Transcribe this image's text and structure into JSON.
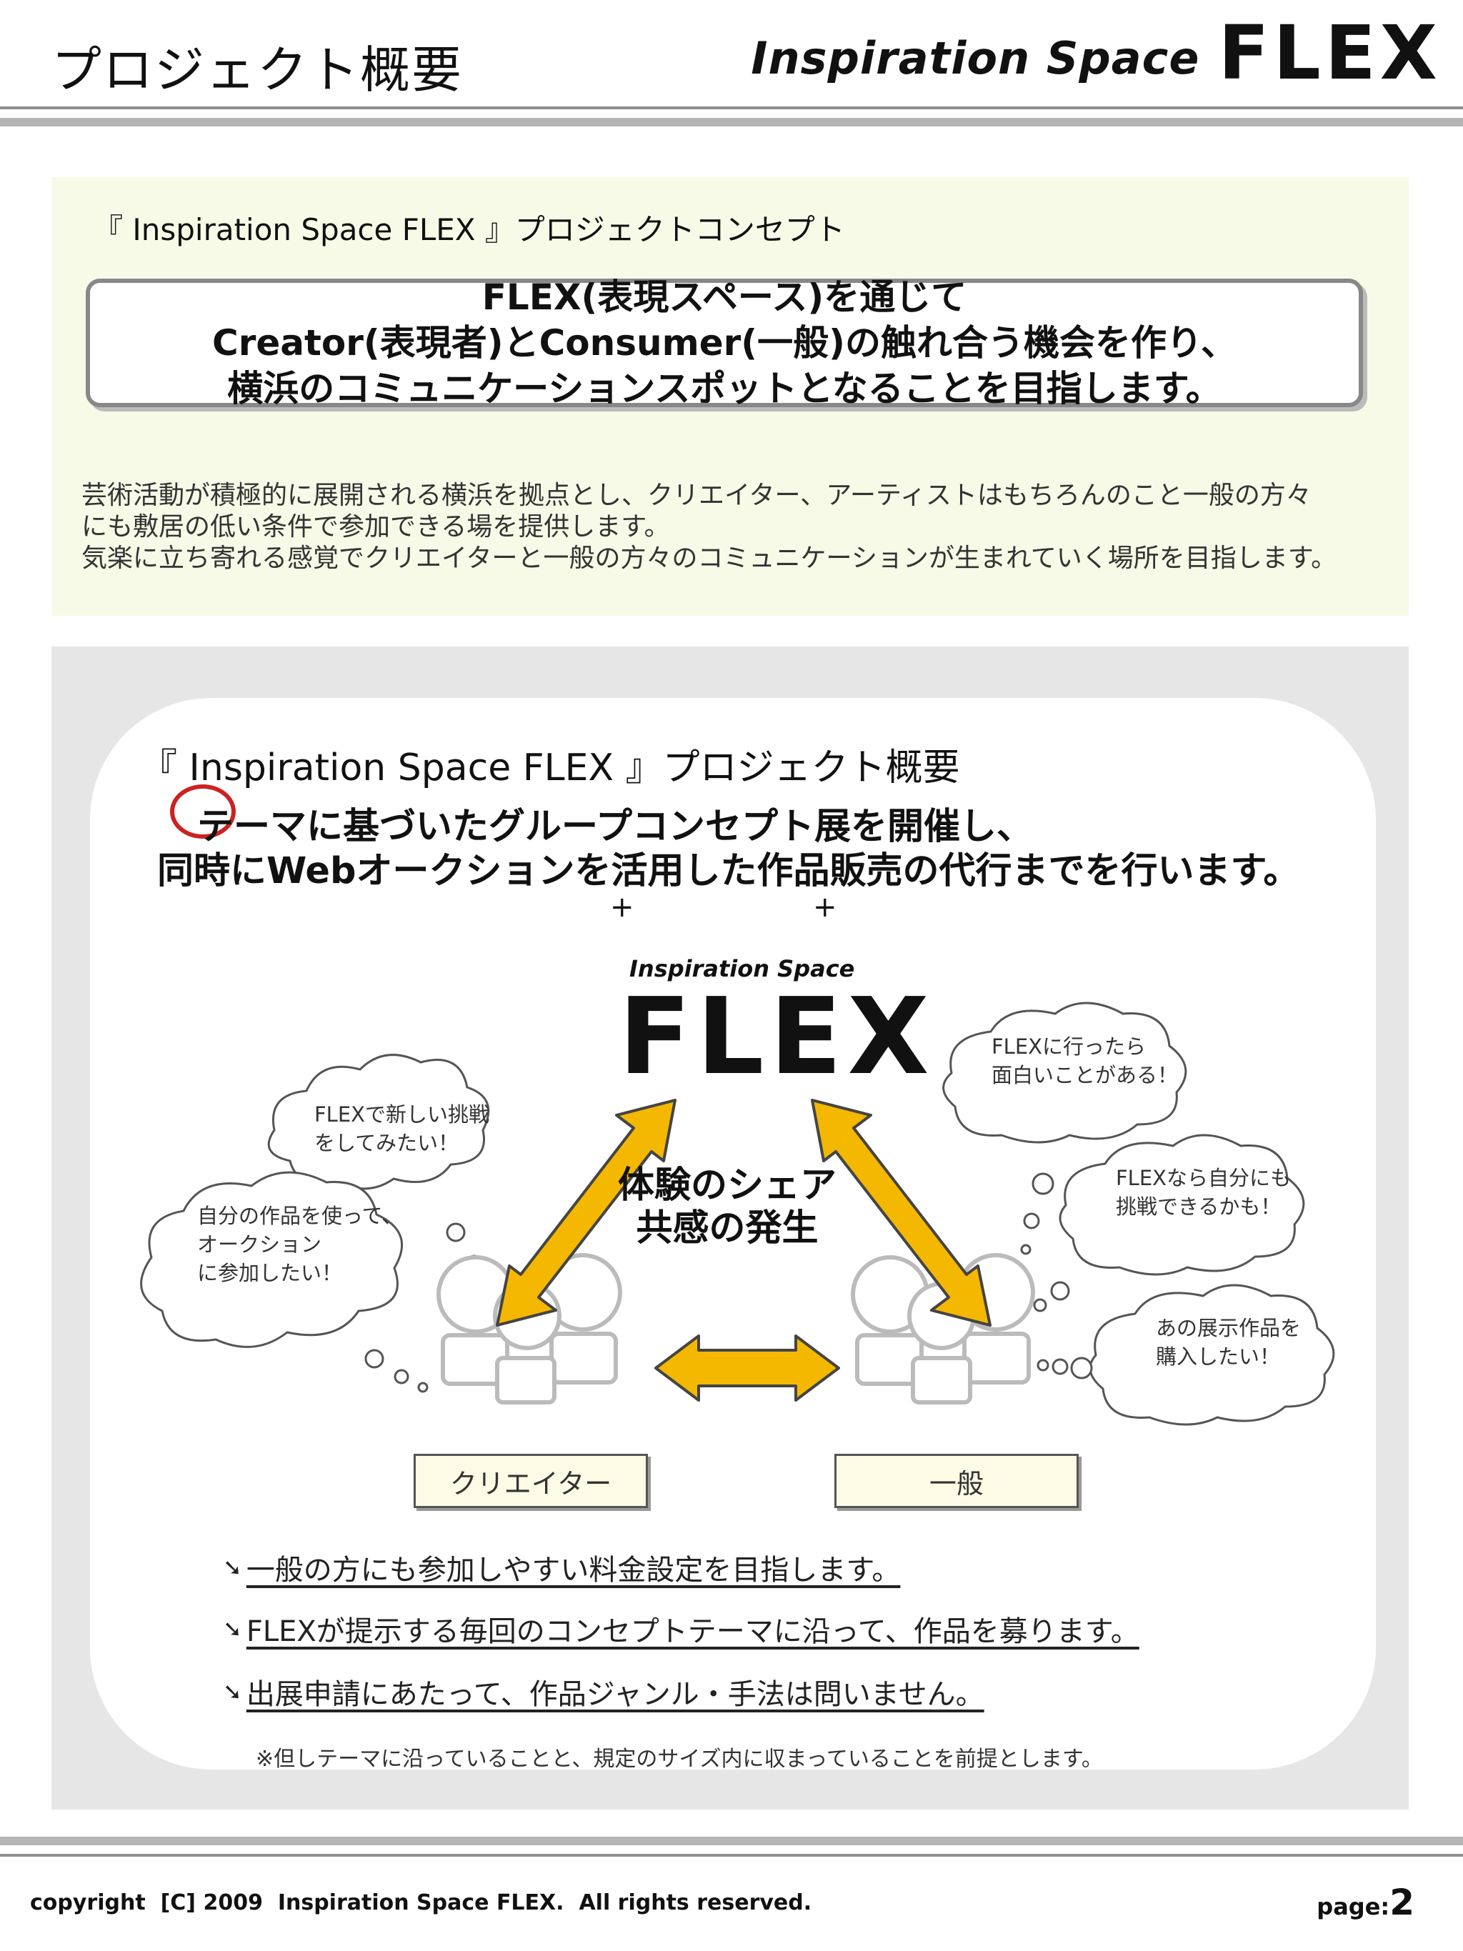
{
  "header": {
    "title": "プロジェクト概要",
    "brand_small": "Inspiration Space",
    "brand_big": "FLEX"
  },
  "concept": {
    "heading": "『 Inspiration Space FLEX 』プロジェクトコンセプト",
    "statement": [
      "FLEX(表現スペース)を通じて",
      "Creator(表現者)とConsumer(一般)の触れ合う機会を作り、",
      "横浜のコミュニケーションスポットとなることを目指します。"
    ],
    "description": [
      "芸術活動が積極的に展開される横浜を拠点とし、クリエイター、アーティストはもちろんのこと一般の方々",
      "にも敷居の低い条件で参加できる場を提供します。",
      "気楽に立ち寄れる感覚でクリエイターと一般の方々のコミュニケーションが生まれていく場所を目指します。"
    ]
  },
  "overview": {
    "heading": "『 Inspiration Space FLEX 』プロジェクト概要",
    "main_lines": [
      "テーマに基づいたグループコンセプト展を開催し、",
      "同時にWebオークションを活用した作品販売の代行までを行います。"
    ],
    "plus_signs": [
      "+",
      "+"
    ],
    "logo_small": "Inspiration Space",
    "logo_big": "FLEX",
    "center_text": [
      "体験のシェア",
      "共感の発生"
    ],
    "left_bubbles": [
      [
        "FLEXで新しい挑戦",
        "をしてみたい！"
      ],
      [
        "自分の作品を使って、",
        "オークション",
        "に参加したい！"
      ]
    ],
    "right_bubbles": [
      [
        "FLEXに行ったら",
        "面白いことがある！"
      ],
      [
        "FLEXなら自分にも",
        "挑戦できるかも！"
      ],
      [
        "あの展示作品を",
        "購入したい！"
      ]
    ],
    "creator_label": "クリエイター",
    "general_label": "一般",
    "points": [
      "一般の方にも参加しやすい料金設定を目指します。",
      "FLEXが提示する毎回のコンセプトテーマに沿って、作品を募ります。",
      "出展申請にあたって、作品ジャンル・手法は問いません。"
    ],
    "footnote": "※但しテーマに沿っていることと、規定のサイズ内に収まっていることを前提とします。",
    "colors": {
      "arrow_fill": "#f5b800",
      "arrow_stroke": "#444444",
      "annotation_circle": "#cc2222",
      "concept_bg": "#f8fae8",
      "overview_bg": "#e6e6e6"
    }
  },
  "footer": {
    "copyright": "copyright  [C] 2009  Inspiration Space FLEX.  All rights reserved.",
    "page_label": "page:",
    "page_number": "2"
  }
}
